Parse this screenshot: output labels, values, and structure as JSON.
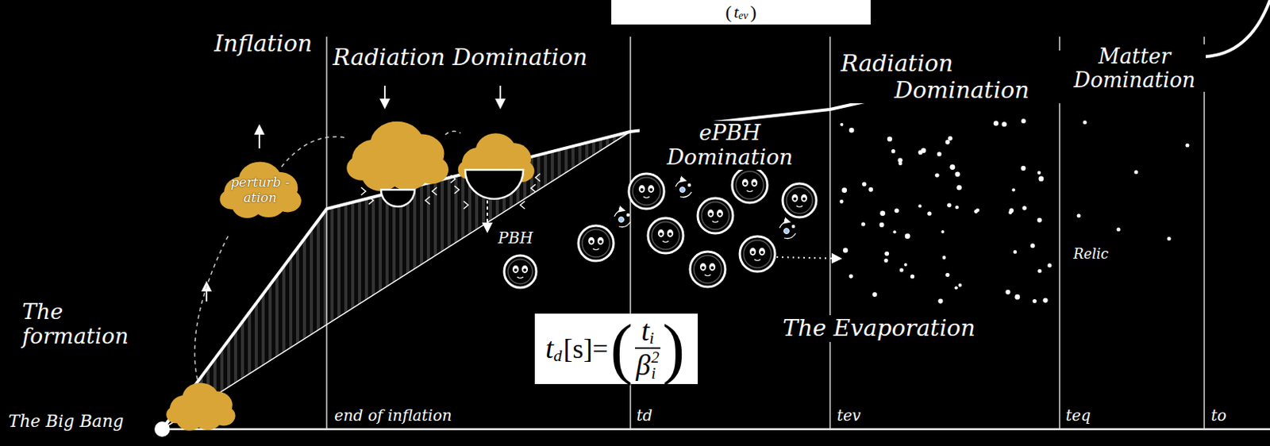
{
  "diagram": {
    "nodes": [
      {
        "text": [
          "(",
          "t",
          "ev",
          ")"
        ]
      },
      {
        "text": [
          "perturb -ation"
        ]
      },
      {
        "text": [
          "t",
          "d",
          "[s]=",
          "(",
          "t",
          "i",
          "β",
          "2",
          "i",
          ")"
        ]
      }
    ],
    "labels": [
      "Inflation",
      "Radiation Domination",
      "ePBH Domination",
      "Radiation Domination",
      "Matter Domination",
      "PBH",
      "The formation",
      "The Evaporation",
      "Relic",
      "The Big Bang",
      "end of inflation",
      "td",
      "tev",
      "teq",
      "to"
    ]
  }
}
